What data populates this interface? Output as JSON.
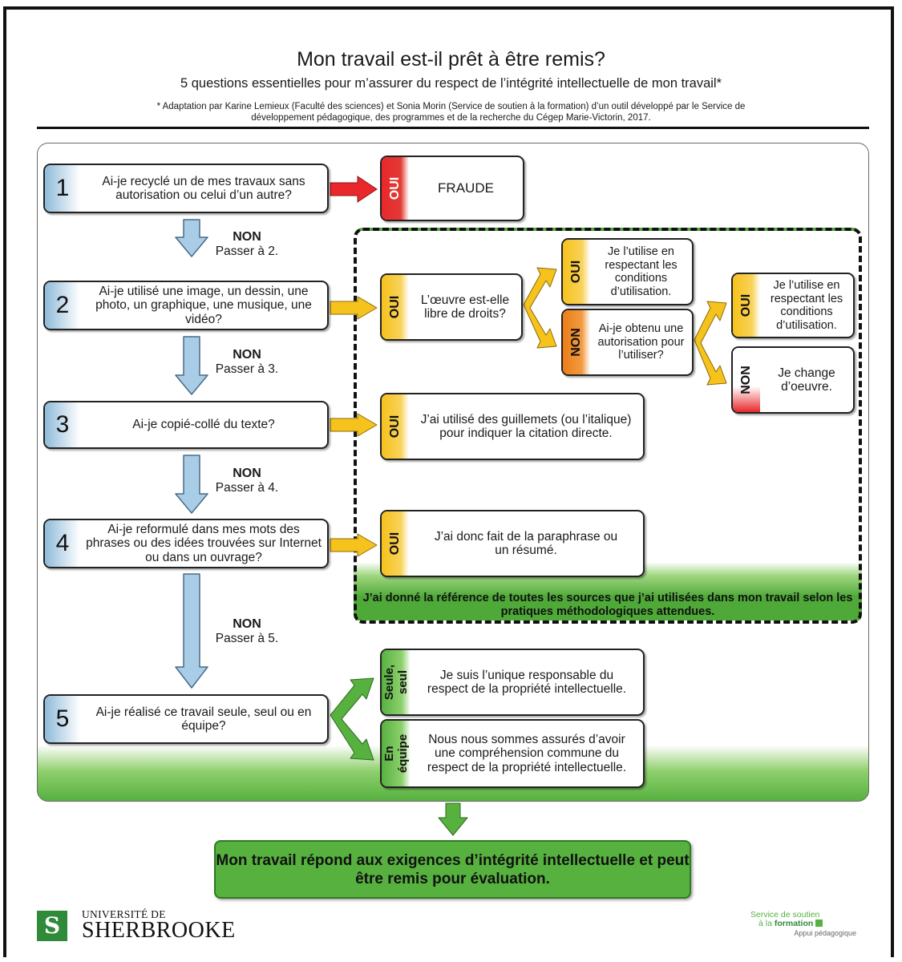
{
  "header": {
    "title": "Mon travail est-il prêt à être remis?",
    "subtitle": "5 questions essentielles pour m’assurer du respect de l’intégrité intellectuelle de mon travail*",
    "note_line1": "* Adaptation par Karine Lemieux (Faculté des sciences) et Sonia Morin (Service de soutien à la formation) d’un outil développé par le Service de",
    "note_line2": "développement pédagogique, des programmes et de la recherche du Cégep Marie-Victorin, 2017."
  },
  "questions": [
    {
      "num": "1",
      "text": "Ai-je recyclé un de mes travaux sans autorisation ou celui d’un autre?"
    },
    {
      "num": "2",
      "text": "Ai-je utilisé une image, un dessin, une photo, un graphique, une musique, une vidéo?"
    },
    {
      "num": "3",
      "text": "Ai-je copié-collé du texte?"
    },
    {
      "num": "4",
      "text": "Ai-je reformulé dans mes mots des phrases ou des idées trouvées sur Internet ou dans un ouvrage?"
    },
    {
      "num": "5",
      "text": "Ai-je réalisé ce travail seule, seul ou en équipe?"
    }
  ],
  "transitions": [
    {
      "label": "NON",
      "next": "Passer à 2."
    },
    {
      "label": "NON",
      "next": "Passer à 3."
    },
    {
      "label": "NON",
      "next": "Passer à 4."
    },
    {
      "label": "NON",
      "next": "Passer à 5."
    }
  ],
  "responses": {
    "fraude": {
      "tag": "OUI",
      "text": "FRAUDE"
    },
    "libre": {
      "tag": "OUI",
      "text": "L’œuvre est-elle libre de droits?"
    },
    "libre_oui": {
      "tag": "OUI",
      "text": "Je l’utilise en respectant les conditions d’utilisation."
    },
    "libre_non": {
      "tag": "NON",
      "text": "Ai-je obtenu une autorisation pour l’utiliser?"
    },
    "auth_oui": {
      "tag": "OUI",
      "text": "Je l’utilise en respectant les conditions d’utilisation."
    },
    "auth_non": {
      "tag": "NON",
      "text": "Je change d’oeuvre."
    },
    "guillemets": {
      "tag": "OUI",
      "text": "J’ai utilisé des guillemets (ou l’italique) pour indiquer la citation directe."
    },
    "paraphrase": {
      "tag": "OUI",
      "text": "J’ai donc fait de la paraphrase ou un résumé."
    },
    "seul": {
      "tag": "Seule,\nseul",
      "text": "Je suis l’unique responsable du respect de la propriété intellectuelle."
    },
    "equipe": {
      "tag": "En\néquipe",
      "text": "Nous nous sommes assurés d’avoir une compréhension commune du respect de la propriété intellectuelle."
    }
  },
  "reference_note": "J’ai donné la référence de toutes les sources que j’ai utilisées dans mon travail selon les pratiques méthodologiques attendues.",
  "final": "Mon travail répond aux exigences d’intégrité intellectuelle et peut être remis pour évaluation.",
  "footer": {
    "logo_mark": "S",
    "logo_line1": "UNIVERSITÉ DE",
    "logo_line2": "SHERBROOKE",
    "service_line1": "Service de soutien",
    "service_line2a": "à la ",
    "service_line2b": "formation",
    "service_line3": "Appui pédagogique"
  },
  "colors": {
    "oui_red": "#e8282b",
    "oui_yellow": "#f6c21c",
    "non_orange": "#ec7d17",
    "green": "#56b13f",
    "arrow_blue": "#a9cde6"
  }
}
